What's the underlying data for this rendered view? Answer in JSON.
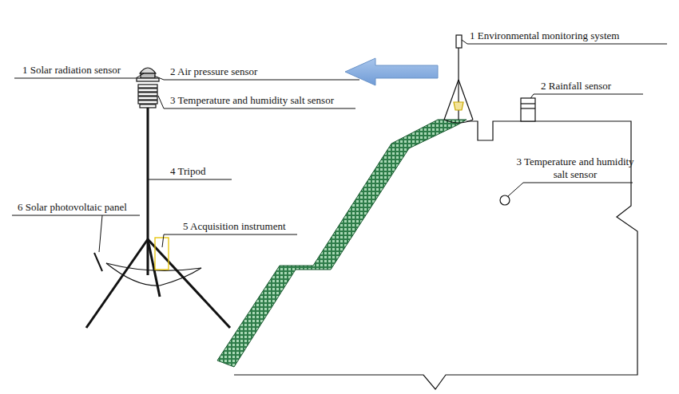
{
  "diagram": {
    "labels": [
      "1 Solar radiation sensor",
      "2 Air pressure sensor",
      "3 Temperature and humidity salt sensor",
      "4 Tripod",
      "6 Solar photovoltaic panel",
      "5 Acquisition instrument",
      "1 Environmental monitoring system",
      "2 Rainfall sensor",
      "3 Temperature and humidity salt sensor"
    ]
  }
}
